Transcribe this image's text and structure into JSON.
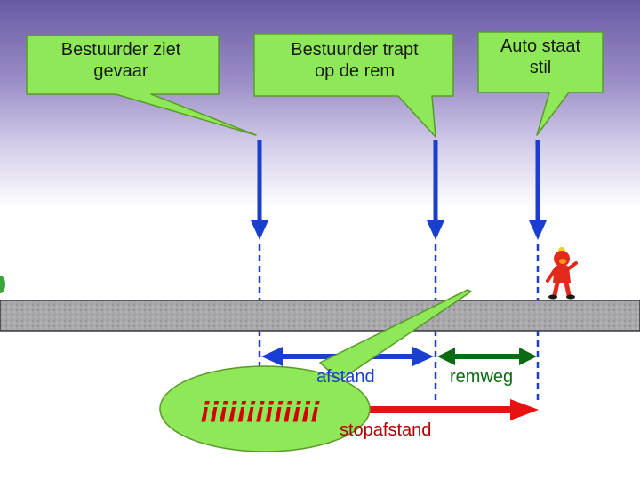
{
  "bubbles": {
    "driver_sees": "Bestuurder ziet\ngevaar",
    "driver_brakes": "Bestuurder trapt\nop de rem",
    "car_stopped": "Auto staat\nstil"
  },
  "labels": {
    "reactie": "afstand",
    "remweg": "remweg",
    "stop": "stopafstand"
  },
  "shout": "¡¡¡¡¡¡¡¡¡¡¡¡¡",
  "colors": {
    "bubble_fill": "#8ee858",
    "bubble_stroke": "#5a9a2a",
    "arrow_blue": "#1a3fd0",
    "arrow_green": "#0b6b12",
    "arrow_red": "#e81010",
    "road": "#a9a9ad"
  },
  "icons": [
    "character-figure-icon",
    "bush-icon"
  ]
}
